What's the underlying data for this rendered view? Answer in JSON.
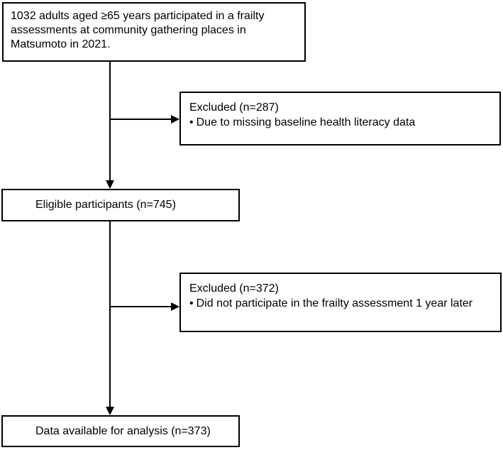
{
  "diagram": {
    "type": "participant-flow-chart",
    "colors": {
      "background": "#ffffff",
      "border": "#000000",
      "text": "#000000",
      "line": "#000000"
    },
    "boxes": {
      "enrollment": {
        "lines": [
          "1032 adults aged ≥65 years participated in a frailty",
          "assessments at community gathering places in",
          "Matsumoto in 2021."
        ],
        "n": 1032
      },
      "excluded_1": {
        "title": "Excluded (n=287)",
        "bullet_glyph": "•",
        "bullet_text": "Due to missing baseline health literacy data",
        "n": 287
      },
      "eligible": {
        "text": "Eligible participants (n=745)",
        "n": 745
      },
      "excluded_2": {
        "title": "Excluded (n=372)",
        "bullet_glyph": "•",
        "bullet_text": "Did not participate in the frailty assessment 1 year later",
        "n": 372
      },
      "analysis": {
        "text": "Data available for analysis (n=373)",
        "n": 373
      }
    }
  }
}
